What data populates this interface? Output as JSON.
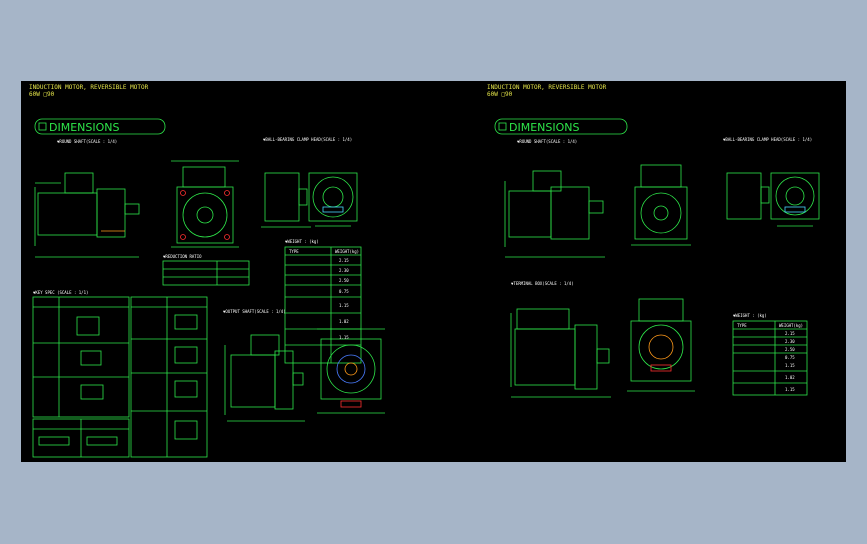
{
  "colors": {
    "canvas_bg": "#a6b5c8",
    "sheet_bg": "#000000",
    "line_green": "#2ee64a",
    "text_yellow": "#e6e64a",
    "text_white": "#ffffff",
    "accent_orange": "#ff9a1a",
    "accent_red": "#ff3030",
    "accent_cyan": "#49d6ff",
    "accent_blue": "#4a7cff"
  },
  "left_sheet": {
    "title_line1": "INDUCTION MOTOR, REVERSIBLE MOTOR",
    "title_line2": "60W □90",
    "dimensions_label": "DIMENSIONS",
    "note_motor": "▼ROUND SHAFT(SCALE : 1/4)",
    "note_clamp": "▼BALL-BEARING CLAMP HEAD(SCALE : 1/4)",
    "note_weight": "▼WEIGHT : (kg)",
    "note_reduction": "▼REDUCTION RATIO",
    "note_key": "▼KEY SPEC (SCALE : 1/1)",
    "note_shaft": "▼OUTPUT SHAFT(SCALE : 1/4)",
    "weight_table_headers": [
      "TYPE",
      "WEIGHT(kg)"
    ],
    "weight_values": [
      "2.15",
      "2.30",
      "2.50",
      "0.75",
      "1.15",
      "1.02",
      "1.15"
    ]
  },
  "right_sheet": {
    "title_line1": "INDUCTION MOTOR, REVERSIBLE MOTOR",
    "title_line2": "60W □90",
    "dimensions_label": "DIMENSIONS",
    "note_motor": "▼ROUND SHAFT(SCALE : 1/4)",
    "note_clamp": "▼BALL-BEARING CLAMP HEAD(SCALE : 1/4)",
    "note_weight": "▼WEIGHT : (kg)",
    "note_terminal": "▼TERMINAL BOX(SCALE : 1/4)",
    "weight_table_headers": [
      "TYPE",
      "WEIGHT(kg)"
    ],
    "weight_values": [
      "2.15",
      "2.30",
      "2.50",
      "0.75",
      "1.15",
      "1.02",
      "1.15"
    ]
  }
}
